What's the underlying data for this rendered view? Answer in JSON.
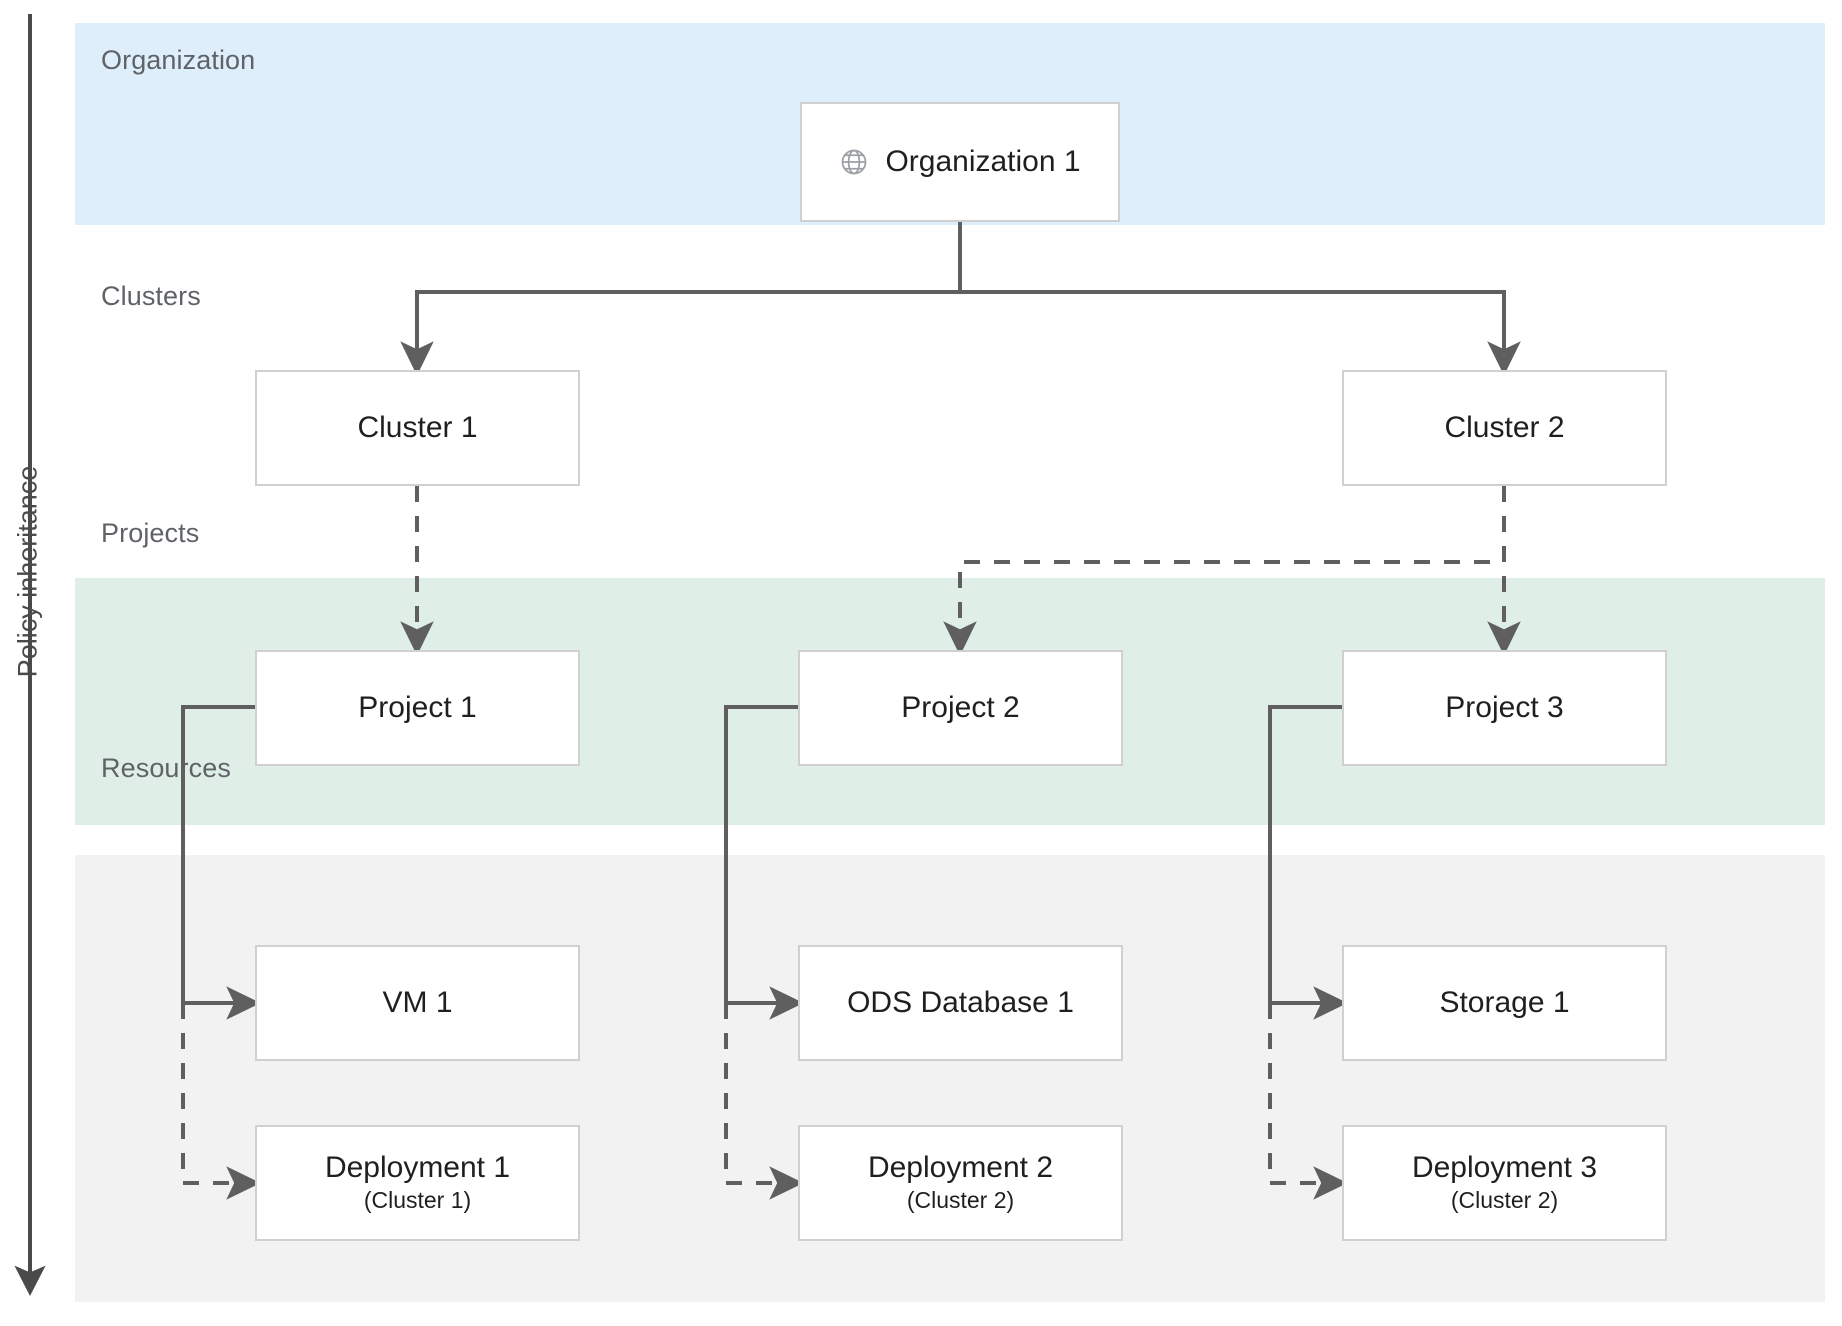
{
  "axis": {
    "label": "Policy inheritance",
    "direction": "down",
    "arrow_color": "#4a4a4a"
  },
  "bands": [
    {
      "key": "organization",
      "label": "Organization",
      "color": "#deeffb"
    },
    {
      "key": "clusters",
      "label": "Clusters",
      "color": "#ffffff"
    },
    {
      "key": "projects",
      "label": "Projects",
      "color": "#dfeee7"
    },
    {
      "key": "resources",
      "label": "Resources",
      "color": "#f2f2f2"
    }
  ],
  "nodes": {
    "organization": {
      "title": "Organization 1",
      "icon": "globe-icon"
    },
    "cluster1": {
      "title": "Cluster 1"
    },
    "cluster2": {
      "title": "Cluster 2"
    },
    "project1": {
      "title": "Project 1"
    },
    "project2": {
      "title": "Project 2"
    },
    "project3": {
      "title": "Project 3"
    },
    "vm1": {
      "title": "VM 1"
    },
    "ods1": {
      "title": "ODS Database 1"
    },
    "storage1": {
      "title": "Storage 1"
    },
    "deployment1": {
      "title": "Deployment 1",
      "subtitle": "(Cluster 1)"
    },
    "deployment2": {
      "title": "Deployment 2",
      "subtitle": "(Cluster 2)"
    },
    "deployment3": {
      "title": "Deployment 3",
      "subtitle": "(Cluster 2)"
    }
  },
  "edges": [
    {
      "from": "organization",
      "to": "cluster1",
      "style": "solid"
    },
    {
      "from": "organization",
      "to": "cluster2",
      "style": "solid"
    },
    {
      "from": "cluster1",
      "to": "project1",
      "style": "dashed"
    },
    {
      "from": "cluster2",
      "to": "project2",
      "style": "dashed"
    },
    {
      "from": "cluster2",
      "to": "project3",
      "style": "dashed"
    },
    {
      "from": "project1",
      "to": "vm1",
      "style": "solid"
    },
    {
      "from": "project1",
      "to": "deployment1",
      "style": "dashed"
    },
    {
      "from": "project2",
      "to": "ods1",
      "style": "solid"
    },
    {
      "from": "project2",
      "to": "deployment2",
      "style": "dashed"
    },
    {
      "from": "project3",
      "to": "storage1",
      "style": "solid"
    },
    {
      "from": "project3",
      "to": "deployment3",
      "style": "dashed"
    }
  ],
  "colors": {
    "edge": "#5f5f5f",
    "box_border": "#d0d0d0",
    "box_fill": "#ffffff",
    "band_label_text": "#5f6368",
    "node_text": "#1f1f1f"
  }
}
